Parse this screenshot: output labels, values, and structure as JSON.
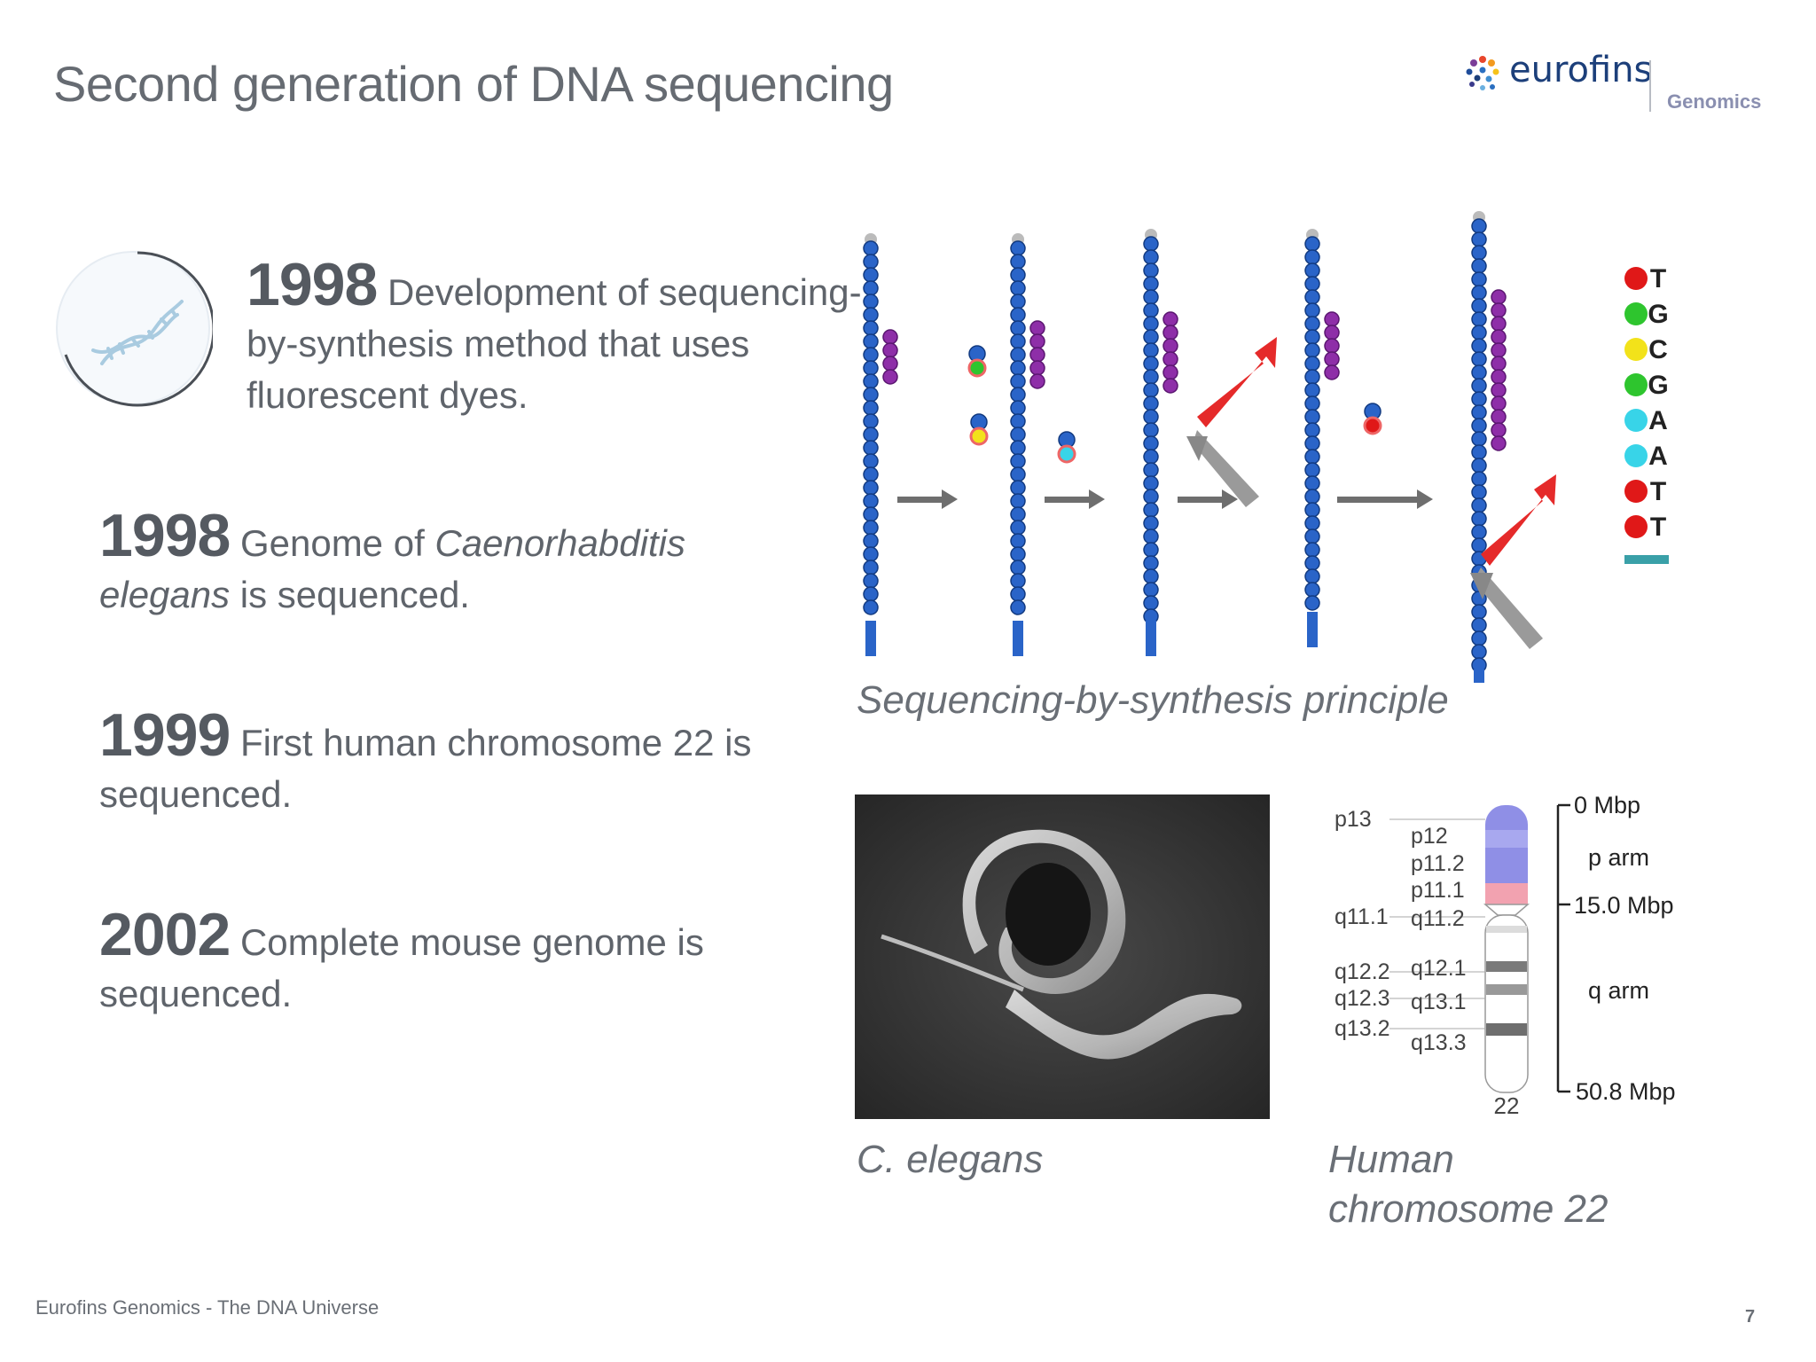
{
  "header": {
    "title": "Second generation of DNA sequencing",
    "logo_word": "eurofins",
    "logo_sub": "Genomics"
  },
  "entries": [
    {
      "year": "1998",
      "text": "Development of sequencing-by-synthesis method that uses fluorescent dyes."
    },
    {
      "year": "1998",
      "text_before": "Genome of ",
      "italic1": "Caenorhabditis elegans",
      "text_after": " is sequenced."
    },
    {
      "year": "1999",
      "text": "First human chromosome 22 is sequenced."
    },
    {
      "year": "2002",
      "text": "Complete mouse genome is sequenced."
    }
  ],
  "figures": {
    "sbs_caption": "Sequencing-by-synthesis principle",
    "sbs_bases": [
      "T",
      "G",
      "C",
      "G",
      "A",
      "A",
      "T",
      "T"
    ],
    "sbs_base_colors": [
      "#e01818",
      "#2ec52e",
      "#f2e21a",
      "#2ec52e",
      "#38d4e8",
      "#38d4e8",
      "#e01818",
      "#e01818"
    ],
    "worm_caption": "C. elegans",
    "chromosome_caption": "Human chromosome 22",
    "chromosome": {
      "band_labels_left": [
        "p13",
        "q11.1",
        "q12.2",
        "q12.3",
        "q13.2"
      ],
      "band_labels_right": [
        "p12",
        "p11.2",
        "p11.1",
        "q11.2",
        "q12.1",
        "q13.1",
        "q13.3"
      ],
      "scale_labels": [
        "0 Mbp",
        "p arm",
        "15.0 Mbp",
        "q arm",
        "50.8 Mbp"
      ],
      "number": "22"
    }
  },
  "footer": {
    "text": "Eurofins Genomics - The DNA Universe",
    "page": "7"
  },
  "icons": [
    "dna-icon",
    "eurofins-logo-icon"
  ]
}
